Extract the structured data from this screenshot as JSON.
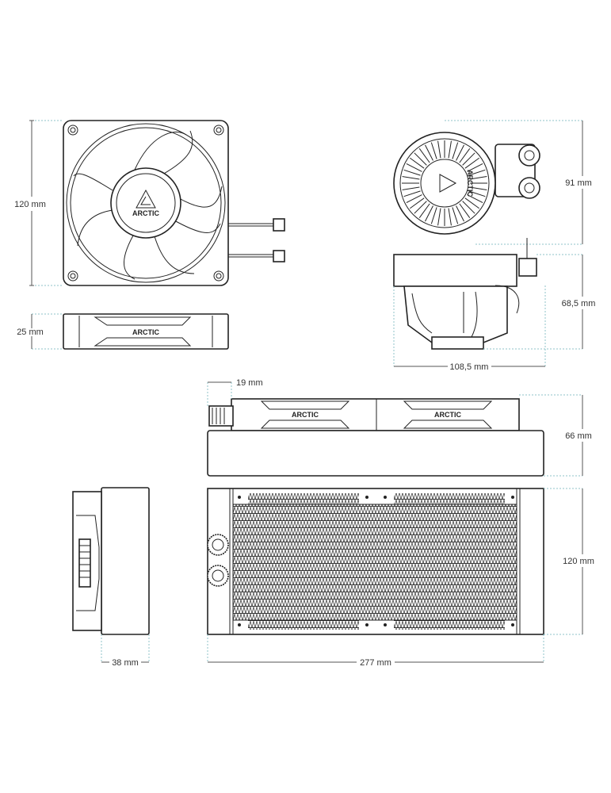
{
  "brand": "ARCTIC",
  "dimensions": {
    "fan_height": "120 mm",
    "fan_thickness": "25 mm",
    "pump_height": "91 mm",
    "pump_depth": "68,5 mm",
    "pump_width": "108,5 mm",
    "fitting_offset": "19 mm",
    "radiator_with_fans_thickness": "66 mm",
    "radiator_height": "120 mm",
    "radiator_thickness": "38 mm",
    "radiator_length": "277 mm"
  }
}
